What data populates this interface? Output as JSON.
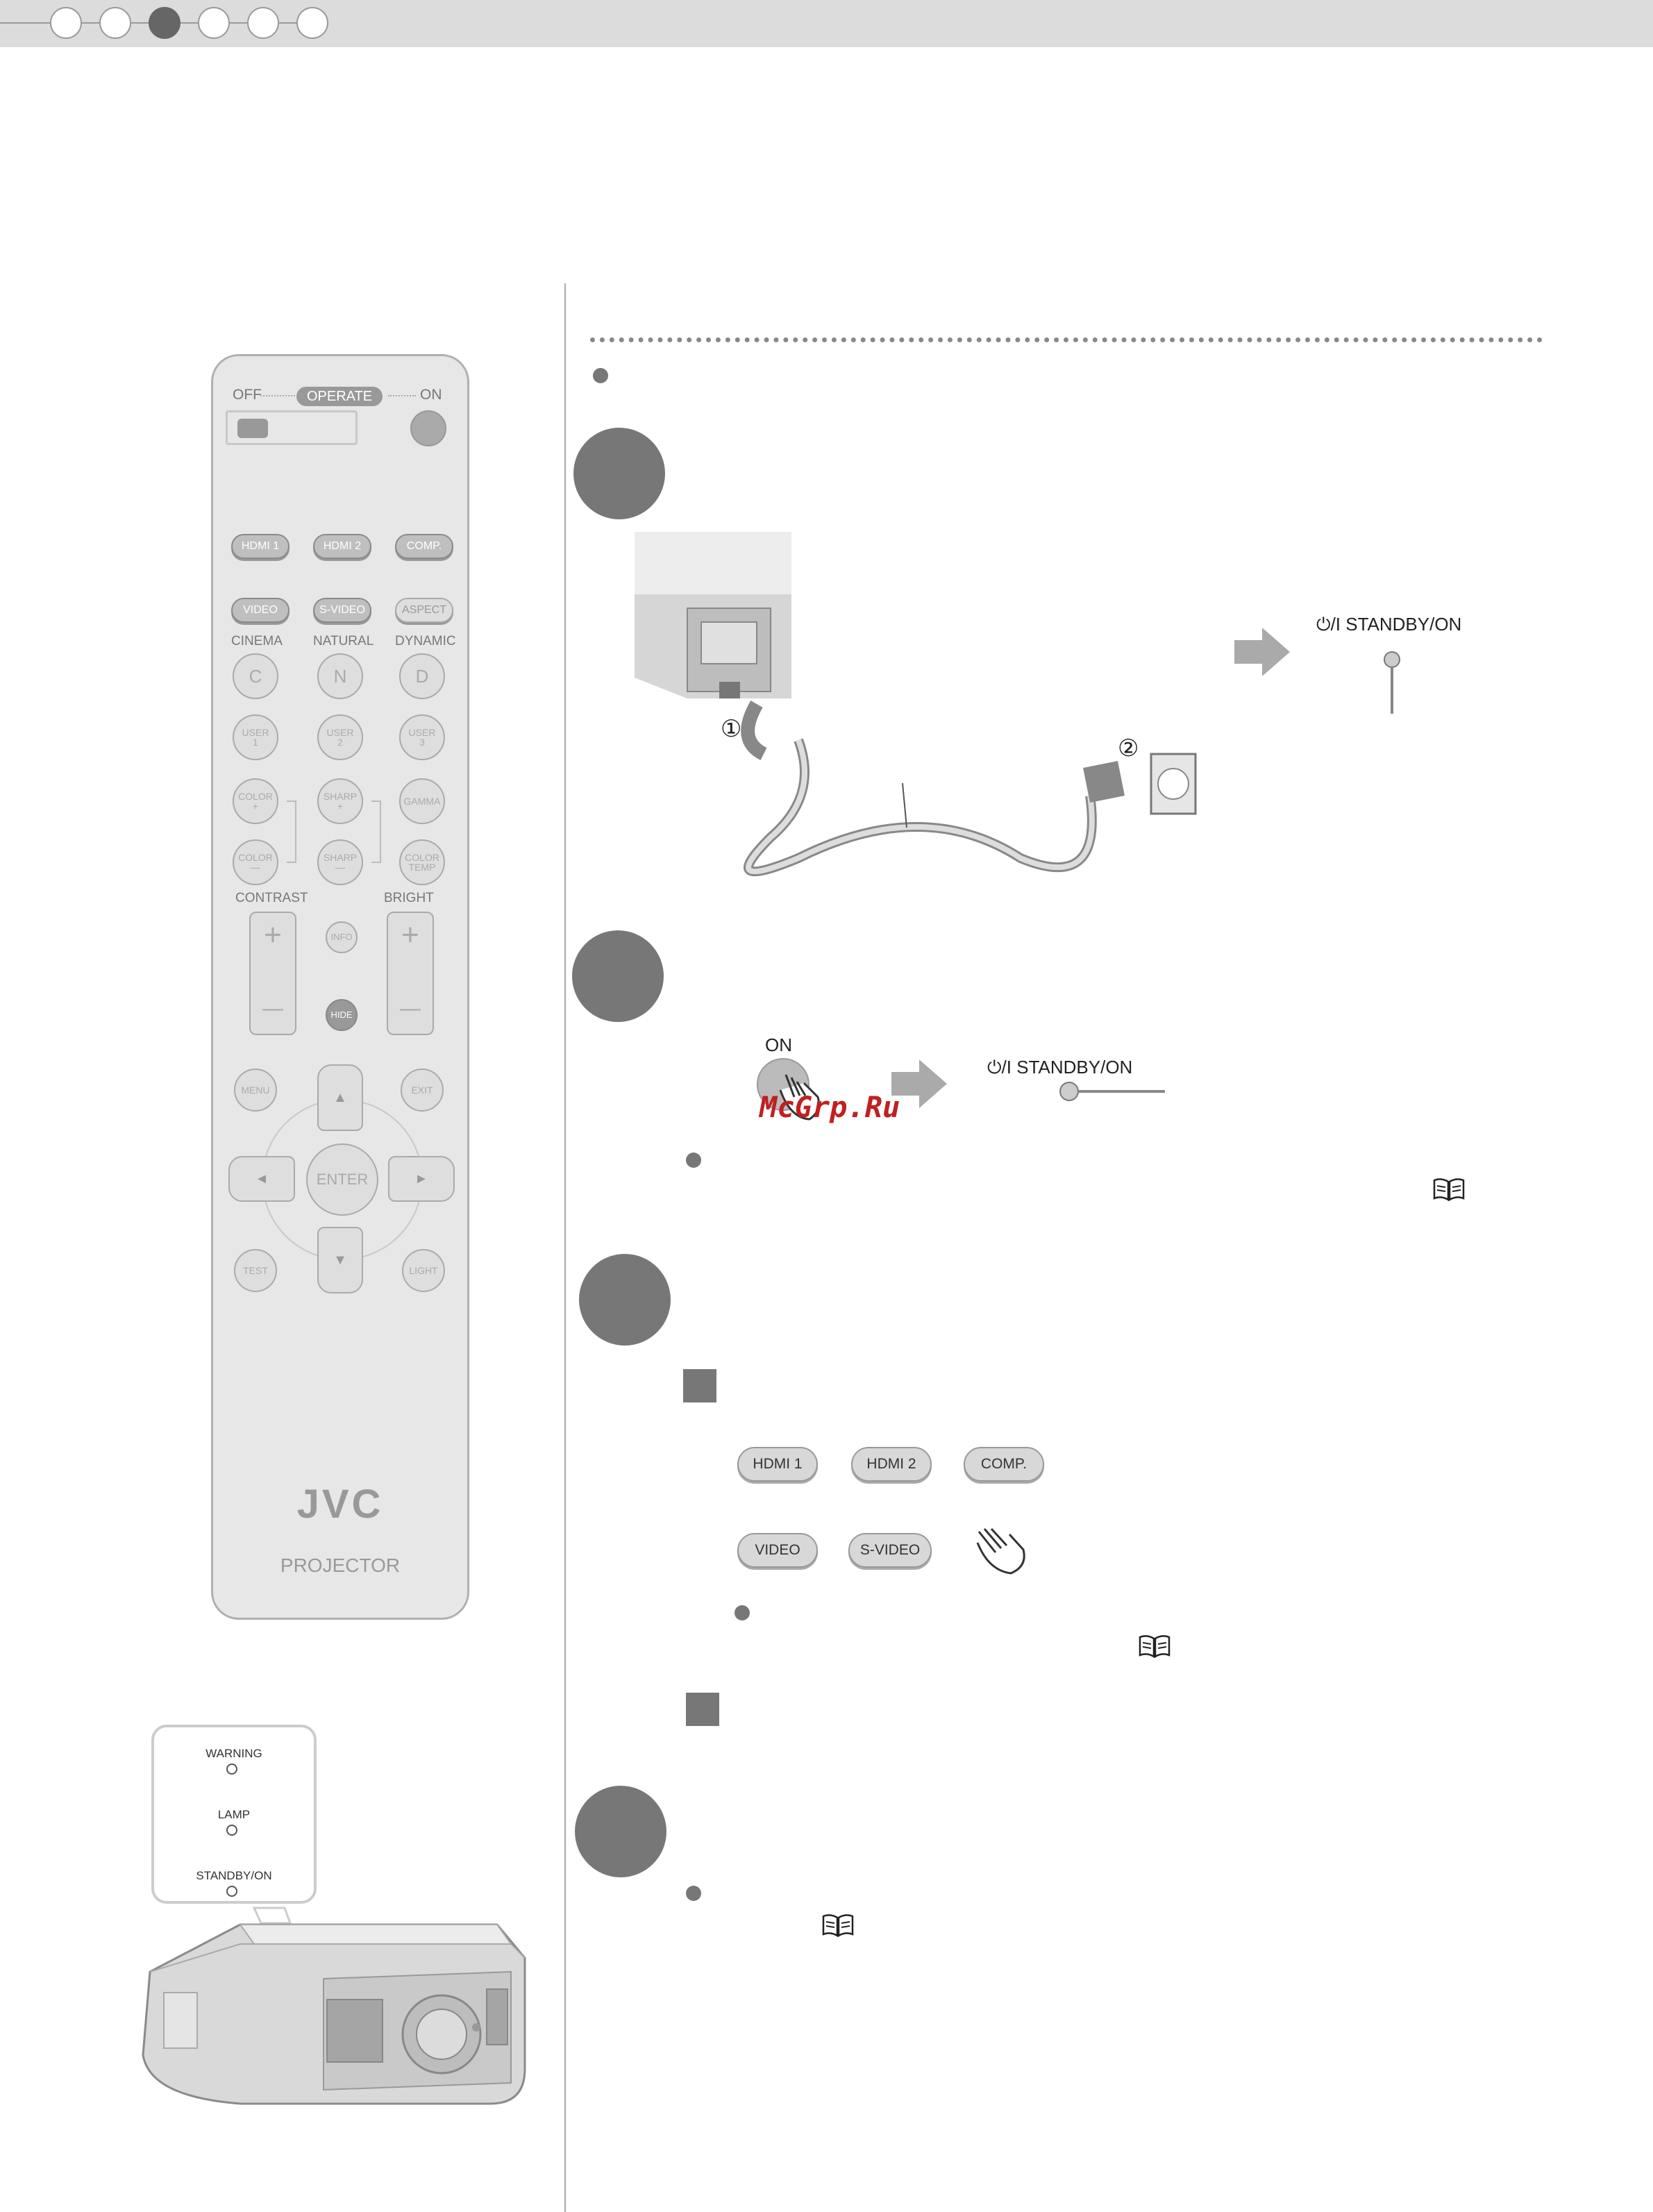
{
  "header": {
    "step_count": 6,
    "active_step": 3
  },
  "remote": {
    "off_label": "OFF",
    "operate_label": "OPERATE",
    "on_label": "ON",
    "source_buttons_row1": [
      "HDMI 1",
      "HDMI 2",
      "COMP."
    ],
    "source_buttons_row2": [
      "VIDEO",
      "S-VIDEO",
      "ASPECT"
    ],
    "mode_labels": [
      "CINEMA",
      "NATURAL",
      "DYNAMIC"
    ],
    "mode_buttons": [
      "C",
      "N",
      "D"
    ],
    "user_buttons": [
      "USER\n1",
      "USER\n2",
      "USER\n3"
    ],
    "color_plus": "COLOR\n+",
    "sharp_plus": "SHARP\n+",
    "gamma": "GAMMA",
    "color_minus": "COLOR\n—",
    "sharp_minus": "SHARP\n—",
    "color_temp": "COLOR\nTEMP",
    "contrast_label": "CONTRAST",
    "bright_label": "BRIGHT",
    "plus_glyph": "+",
    "minus_glyph": "—",
    "info": "INFO",
    "hide": "HIDE",
    "menu": "MENU",
    "exit": "EXIT",
    "enter": "ENTER",
    "up_glyph": "▲",
    "down_glyph": "▼",
    "left_glyph": "◄",
    "right_glyph": "►",
    "test": "TEST",
    "light": "LIGHT",
    "brand": "JVC",
    "model": "PROJECTOR"
  },
  "indicators": {
    "warning": "WARNING",
    "lamp": "LAMP",
    "standby": "STANDBY/ON"
  },
  "step1": {
    "marker1": "①",
    "marker2": "②",
    "standby_label": "⏻/I STANDBY/ON"
  },
  "step2": {
    "on_label": "ON",
    "standby_label": "⏻/I STANDBY/ON",
    "watermark": "McGrp.Ru"
  },
  "step3": {
    "buttons_row1": [
      "HDMI 1",
      "HDMI 2",
      "COMP."
    ],
    "buttons_row2": [
      "VIDEO",
      "S-VIDEO"
    ]
  },
  "colors": {
    "accent_grey": "#777777",
    "header_bg": "#dcdcdc"
  }
}
